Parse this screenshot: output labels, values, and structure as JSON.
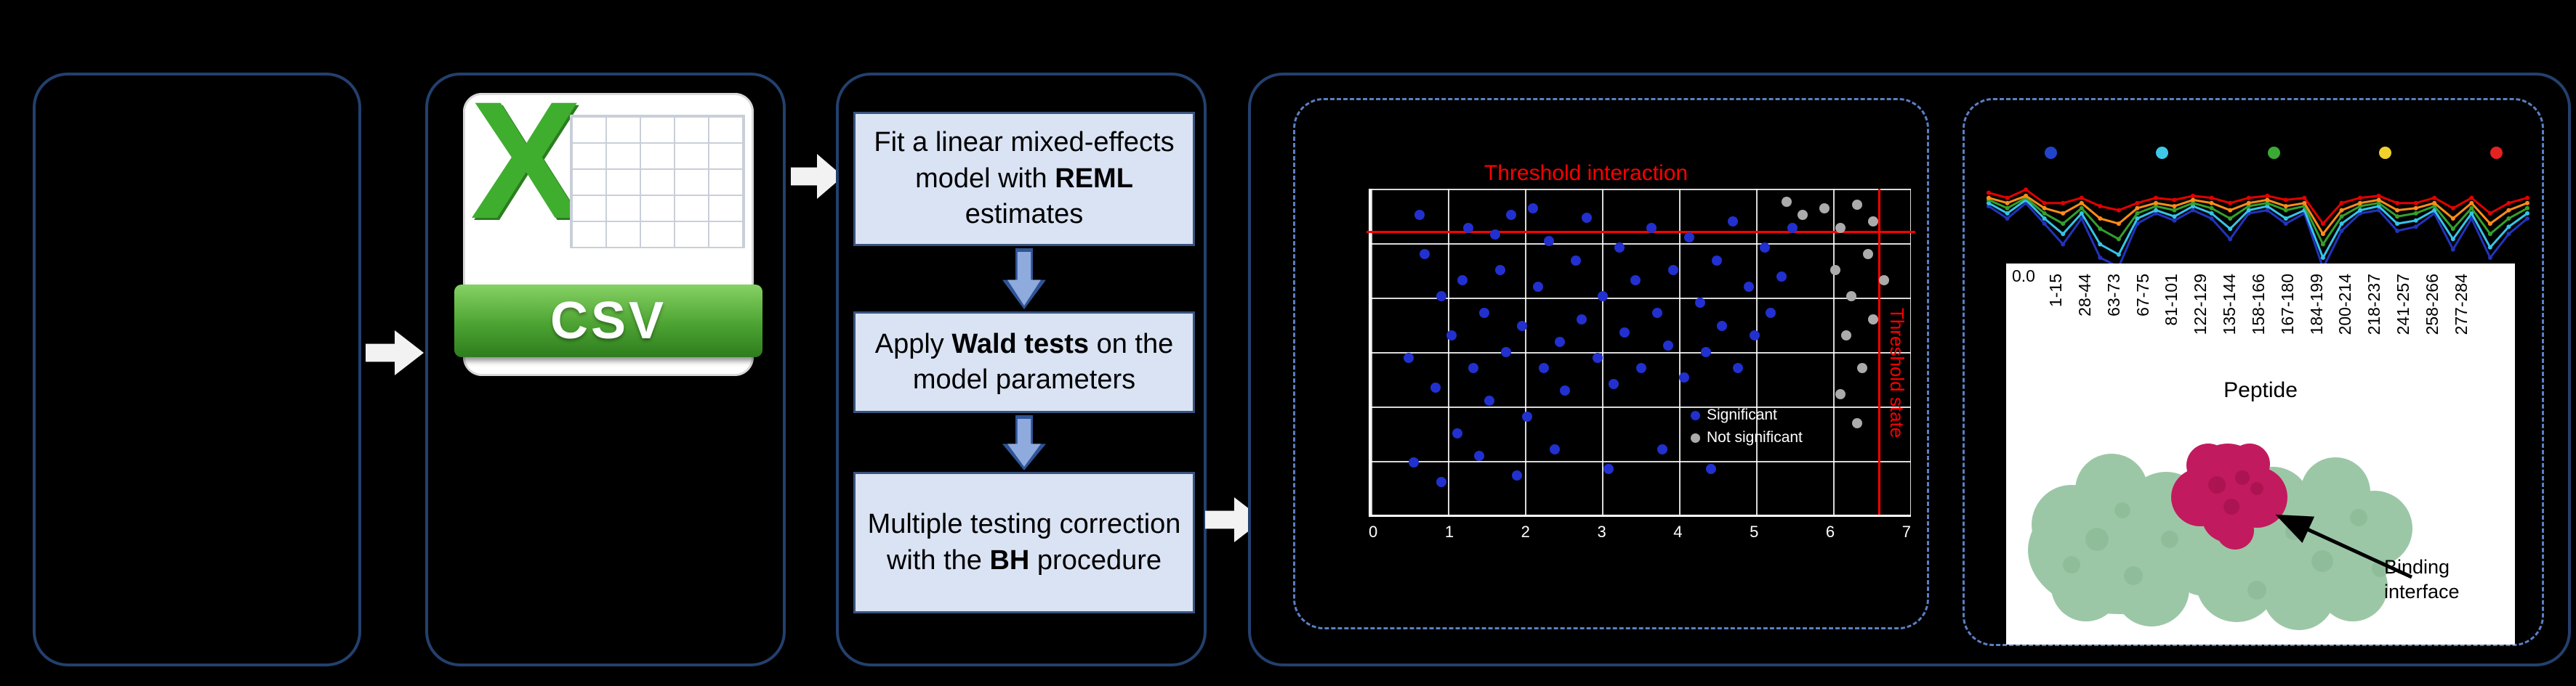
{
  "figure": {
    "background": "#000000"
  },
  "pipeline": {
    "csv": {
      "logo_letter": "X",
      "file_label": "CSV"
    },
    "steps": [
      {
        "pre": "Fit a linear mixed-effects model with ",
        "bold": "REML",
        "post": " estimates"
      },
      {
        "pre": "Apply ",
        "bold": "Wald tests",
        "post": " on the model parameters"
      },
      {
        "line1": "Multiple testing correction",
        "pre": "with the ",
        "bold": "BH",
        "post": " procedure"
      }
    ]
  },
  "volcano": {
    "threshold_top_label": "Threshold interaction",
    "threshold_right_label": "Threshold state",
    "legend": [
      {
        "label": "Significant",
        "color": "#2230cf"
      },
      {
        "label": "Not significant",
        "color": "#ababab"
      }
    ]
  },
  "peptide_panel": {
    "y_tick": "0.0",
    "xlabel": "Peptide",
    "annotation": "Binding interface"
  },
  "chart_data": [
    {
      "id": "volcano",
      "type": "scatter",
      "x_tick_labels": [
        "0",
        "1",
        "2",
        "3",
        "4",
        "5",
        "6",
        "7"
      ],
      "thresholds": {
        "horizontal_frac_from_top": 0.13,
        "vertical_frac_from_left": 0.94
      },
      "series": [
        {
          "name": "significant",
          "color": "#2230cf",
          "points": [
            [
              0.07,
              0.52
            ],
            [
              0.1,
              0.2
            ],
            [
              0.12,
              0.61
            ],
            [
              0.13,
              0.33
            ],
            [
              0.15,
              0.45
            ],
            [
              0.16,
              0.75
            ],
            [
              0.18,
              0.12
            ],
            [
              0.19,
              0.55
            ],
            [
              0.21,
              0.38
            ],
            [
              0.22,
              0.65
            ],
            [
              0.24,
              0.25
            ],
            [
              0.25,
              0.5
            ],
            [
              0.26,
              0.08
            ],
            [
              0.28,
              0.42
            ],
            [
              0.29,
              0.7
            ],
            [
              0.31,
              0.3
            ],
            [
              0.32,
              0.55
            ],
            [
              0.33,
              0.16
            ],
            [
              0.35,
              0.47
            ],
            [
              0.36,
              0.62
            ],
            [
              0.38,
              0.22
            ],
            [
              0.39,
              0.4
            ],
            [
              0.4,
              0.09
            ],
            [
              0.42,
              0.52
            ],
            [
              0.43,
              0.33
            ],
            [
              0.45,
              0.6
            ],
            [
              0.46,
              0.18
            ],
            [
              0.47,
              0.44
            ],
            [
              0.49,
              0.28
            ],
            [
              0.5,
              0.55
            ],
            [
              0.52,
              0.12
            ],
            [
              0.53,
              0.38
            ],
            [
              0.55,
              0.48
            ],
            [
              0.56,
              0.25
            ],
            [
              0.58,
              0.58
            ],
            [
              0.59,
              0.15
            ],
            [
              0.61,
              0.35
            ],
            [
              0.62,
              0.5
            ],
            [
              0.64,
              0.22
            ],
            [
              0.65,
              0.42
            ],
            [
              0.67,
              0.1
            ],
            [
              0.68,
              0.55
            ],
            [
              0.7,
              0.3
            ],
            [
              0.71,
              0.45
            ],
            [
              0.73,
              0.18
            ],
            [
              0.74,
              0.38
            ],
            [
              0.76,
              0.27
            ],
            [
              0.78,
              0.12
            ],
            [
              0.08,
              0.84
            ],
            [
              0.13,
              0.9
            ],
            [
              0.2,
              0.82
            ],
            [
              0.27,
              0.88
            ],
            [
              0.34,
              0.8
            ],
            [
              0.44,
              0.86
            ],
            [
              0.54,
              0.8
            ],
            [
              0.63,
              0.86
            ],
            [
              0.09,
              0.08
            ],
            [
              0.17,
              0.28
            ],
            [
              0.23,
              0.14
            ],
            [
              0.3,
              0.06
            ]
          ]
        },
        {
          "name": "not_significant",
          "color": "#ababab",
          "points": [
            [
              0.84,
              0.06
            ],
            [
              0.87,
              0.12
            ],
            [
              0.9,
              0.05
            ],
            [
              0.93,
              0.1
            ],
            [
              0.86,
              0.25
            ],
            [
              0.89,
              0.33
            ],
            [
              0.92,
              0.2
            ],
            [
              0.88,
              0.45
            ],
            [
              0.91,
              0.55
            ],
            [
              0.87,
              0.63
            ],
            [
              0.9,
              0.72
            ],
            [
              0.93,
              0.4
            ],
            [
              0.8,
              0.08
            ],
            [
              0.77,
              0.04
            ],
            [
              0.95,
              0.28
            ]
          ]
        }
      ]
    },
    {
      "id": "deuterium_uptake",
      "type": "line",
      "categories": [
        "1-15",
        "28-44",
        "63-73",
        "67-75",
        "81-101",
        "122-129",
        "135-144",
        "158-166",
        "167-180",
        "184-199",
        "200-214",
        "218-237",
        "241-257",
        "258-266",
        "277-284"
      ],
      "xlabel": "Peptide",
      "y_tick_label": "0.0",
      "legend_dot_colors": [
        "#2244cc",
        "#3fc8e8",
        "#3baa35",
        "#f2d12e",
        "#e52222"
      ],
      "series": [
        {
          "name": "series-blue",
          "color": "#2233bb",
          "y": [
            0.38,
            0.5,
            0.35,
            0.55,
            0.75,
            0.5,
            0.88,
            0.97,
            0.55,
            0.45,
            0.52,
            0.42,
            0.5,
            0.7,
            0.45,
            0.42,
            0.55,
            0.45,
            0.98,
            0.62,
            0.45,
            0.42,
            0.62,
            0.58,
            0.45,
            0.8,
            0.5,
            0.88,
            0.65,
            0.5
          ]
        },
        {
          "name": "series-cyan",
          "color": "#35c4e8",
          "y": [
            0.35,
            0.45,
            0.32,
            0.5,
            0.65,
            0.45,
            0.75,
            0.85,
            0.5,
            0.42,
            0.48,
            0.38,
            0.45,
            0.6,
            0.42,
            0.38,
            0.5,
            0.42,
            0.88,
            0.55,
            0.42,
            0.38,
            0.55,
            0.52,
            0.42,
            0.7,
            0.45,
            0.78,
            0.58,
            0.45
          ]
        },
        {
          "name": "series-green",
          "color": "#33a02c",
          "y": [
            0.32,
            0.4,
            0.3,
            0.45,
            0.55,
            0.4,
            0.6,
            0.7,
            0.45,
            0.38,
            0.42,
            0.35,
            0.4,
            0.5,
            0.38,
            0.35,
            0.42,
            0.38,
            0.75,
            0.48,
            0.38,
            0.35,
            0.48,
            0.45,
            0.38,
            0.6,
            0.4,
            0.65,
            0.5,
            0.4
          ]
        },
        {
          "name": "series-orange",
          "color": "#ff8c1a",
          "y": [
            0.3,
            0.35,
            0.28,
            0.4,
            0.45,
            0.35,
            0.5,
            0.55,
            0.4,
            0.35,
            0.38,
            0.32,
            0.35,
            0.42,
            0.35,
            0.32,
            0.38,
            0.35,
            0.65,
            0.42,
            0.35,
            0.32,
            0.42,
            0.4,
            0.35,
            0.5,
            0.35,
            0.55,
            0.42,
            0.35
          ]
        },
        {
          "name": "series-red",
          "color": "#e30000",
          "y": [
            0.25,
            0.3,
            0.22,
            0.35,
            0.35,
            0.3,
            0.38,
            0.42,
            0.35,
            0.3,
            0.32,
            0.28,
            0.3,
            0.35,
            0.3,
            0.28,
            0.32,
            0.3,
            0.55,
            0.35,
            0.3,
            0.28,
            0.35,
            0.35,
            0.3,
            0.4,
            0.3,
            0.45,
            0.35,
            0.3
          ]
        }
      ]
    }
  ]
}
